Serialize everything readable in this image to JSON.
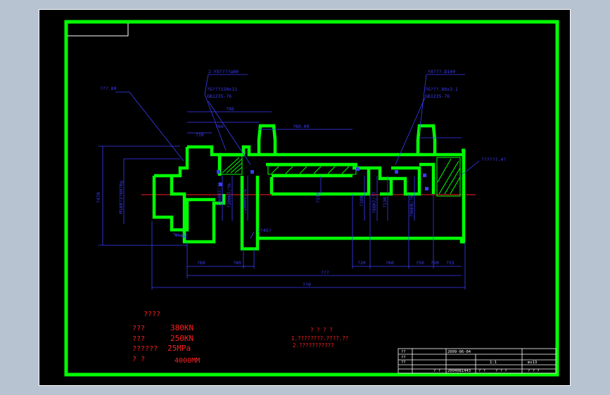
{
  "drawing": {
    "colors": {
      "background": "#000000",
      "frame": "#00ff00",
      "outline": "#00ff00",
      "dimension": "#3c3cff",
      "centerline": "#ff2020",
      "note_text": "#ff2020",
      "title_block": "#ffffff"
    },
    "callouts": {
      "left_top": "???.80",
      "port_left": "2-YX????a80",
      "seal_left": "?G???150x11",
      "seal_left_std": "GB1235-76",
      "port_right": "YX???.D140",
      "seal_right": "?G???.80x3.1",
      "seal_right_std": "GB1235-76",
      "right_label": "??????.4?"
    },
    "dims": {
      "top_b": "?96",
      "top_c": "?60",
      "top_d": "?10",
      "top_e": "?60.00",
      "left_total_height": "?478",
      "left_thread": "M160?3?6H?6g",
      "shaft_dia": "?150",
      "d1": "?160H7/?6",
      "d2": "?200H7/?6",
      "d3": "?200H9/?6",
      "d4": "?100",
      "d5": "?80H7/?7",
      "d6": "?130",
      "d7": "?96H9/?6",
      "chamfer_left": "4?45?",
      "chamfer_mid": "2?45?",
      "bot_a": "?60",
      "bot_b": "?80",
      "bot_c": "?20",
      "bot_d": "?60",
      "bot_e": "?50",
      "bot_f": "?20",
      "bot_g": "?55",
      "stroke": "???",
      "overall": "??0"
    },
    "specs": {
      "heading": "????",
      "rows": [
        {
          "label": "???",
          "value": "380KN"
        },
        {
          "label": "???",
          "value": "250KN"
        },
        {
          "label": "??????",
          "value": "25MPa"
        },
        {
          "label": "? ?",
          "value": "4000MM"
        }
      ]
    },
    "requirements": {
      "heading": "? ? ? ?",
      "line1": "1.????????.????.??",
      "line2": "2.???????????"
    },
    "title_block": {
      "date": "2009-06-04",
      "scale": "1:1",
      "part_no": "ms13",
      "sheet": "? ? ?",
      "r1": "??",
      "r2": "??",
      "r3": "??",
      "r4": "? ?",
      "r5": "2004081443",
      "r6": "? ?",
      "r7": "? ? ?"
    }
  }
}
